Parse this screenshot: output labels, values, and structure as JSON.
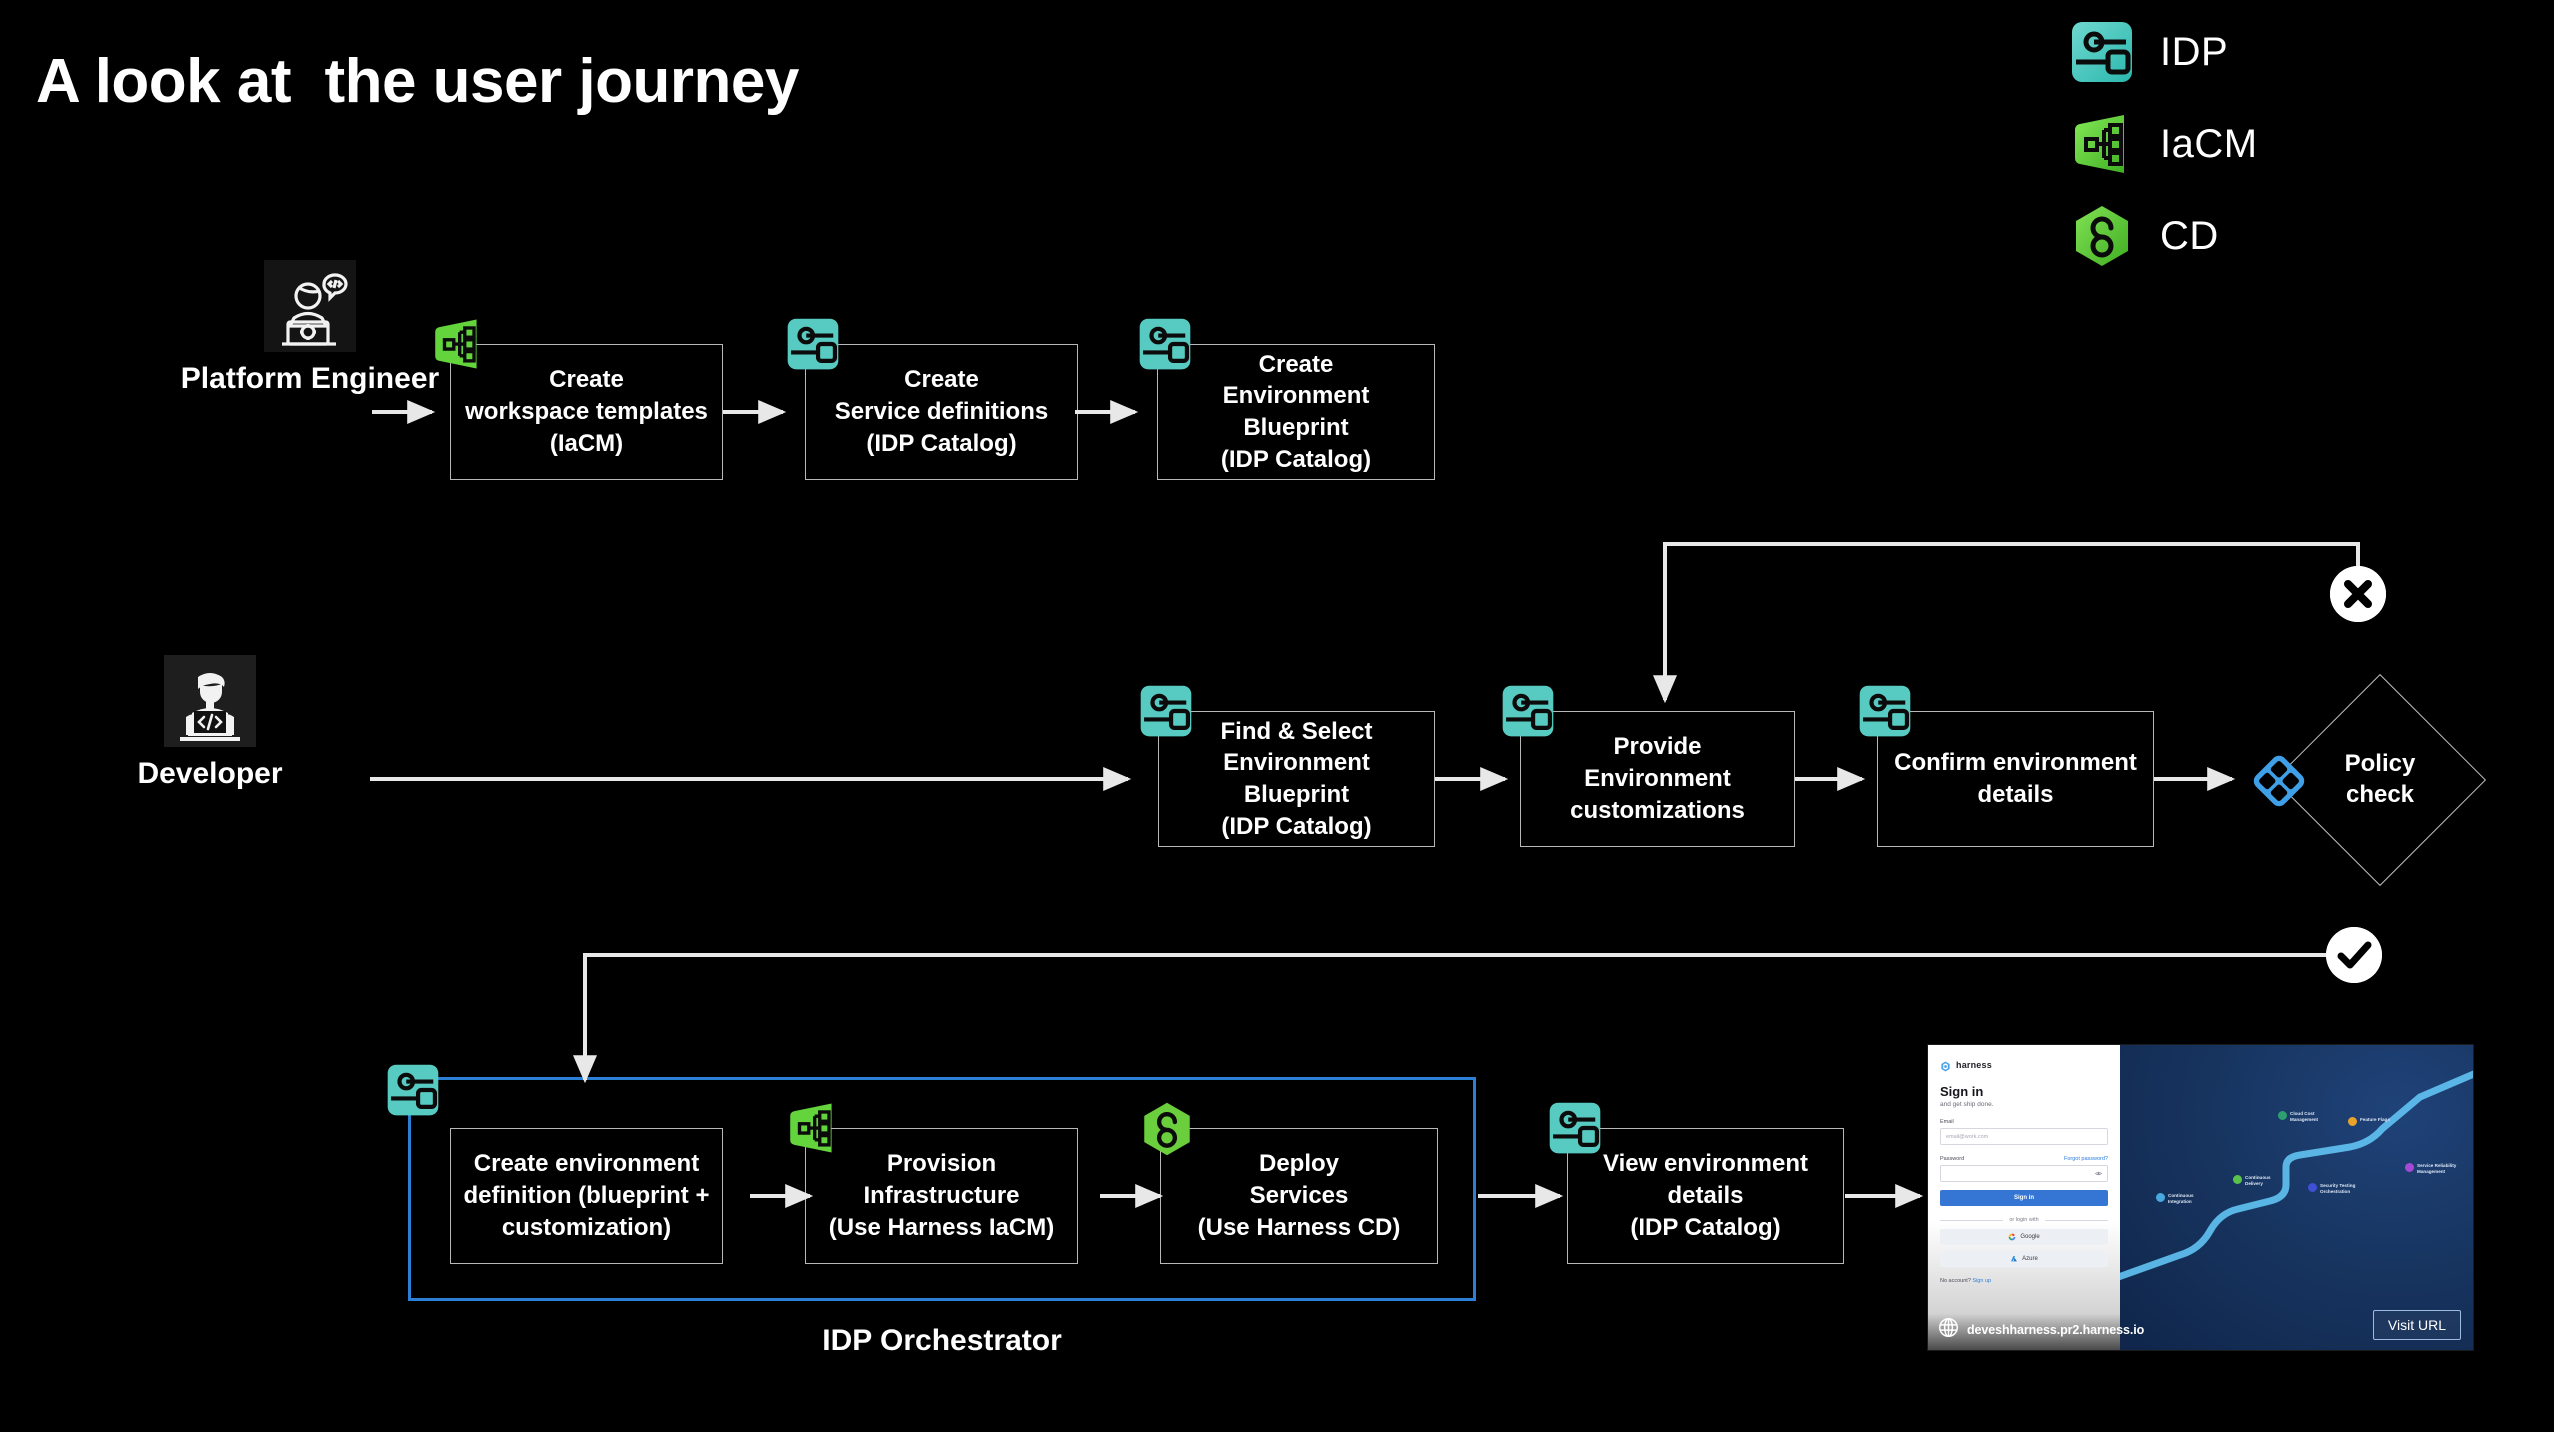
{
  "page": {
    "title": "A look at  the user journey",
    "background_color": "#000000"
  },
  "legend": {
    "items": [
      {
        "label": "IDP",
        "icon": "idp-module-icon",
        "color": "#5ecfc6"
      },
      {
        "label": "IaCM",
        "icon": "iacm-module-icon",
        "color": "#6ddb3d"
      },
      {
        "label": "CD",
        "icon": "cd-module-icon",
        "color": "#6bce3c"
      }
    ]
  },
  "colors": {
    "idp_teal": "#5ecfc6",
    "iacm_green": "#6ddb3d",
    "cd_green": "#6bce3c",
    "policy_blue": "#3fa0e8",
    "orchestrator_border": "#2b7fd4",
    "node_border": "#b8b8b8",
    "connector": "#e8e8e8"
  },
  "lanes": [
    {
      "persona": {
        "name": "Platform Engineer",
        "icon": "platform-engineer-avatar-icon"
      },
      "steps": [
        {
          "text": "Create\nworkspace templates\n(IaCM)",
          "badge": "iacm-module-icon"
        },
        {
          "text": "Create\nService definitions\n(IDP Catalog)",
          "badge": "idp-module-icon"
        },
        {
          "text": "Create\nEnvironment Blueprint\n(IDP Catalog)",
          "badge": "idp-module-icon"
        }
      ]
    },
    {
      "persona": {
        "name": "Developer",
        "icon": "developer-avatar-icon"
      },
      "steps": [
        {
          "text": "Find & Select\nEnvironment Blueprint\n(IDP Catalog)",
          "badge": "idp-module-icon"
        },
        {
          "text": "Provide\nEnvironment\ncustomizations",
          "badge": "idp-module-icon"
        },
        {
          "text": "Confirm environment\ndetails",
          "badge": "idp-module-icon"
        }
      ],
      "decision": {
        "label": "Policy\ncheck",
        "icon": "policy-check-icon",
        "fail_badge": "reject-x-icon",
        "pass_badge": "approve-check-icon"
      }
    },
    {
      "frame_label": "IDP Orchestrator",
      "steps": [
        {
          "text": "Create environment\ndefinition (blueprint +\ncustomization)",
          "badge": "idp-module-icon"
        },
        {
          "text": "Provision\nInfrastructure\n(Use Harness IaCM)",
          "badge": "iacm-module-icon"
        },
        {
          "text": "Deploy\nServices\n(Use Harness CD)",
          "badge": "cd-module-icon"
        }
      ],
      "final_step": {
        "text": "View environment\ndetails\n(IDP Catalog)",
        "badge": "idp-module-icon"
      }
    }
  ],
  "preview": {
    "url": "deveshharness.pr2.harness.io",
    "visit_button": "Visit URL",
    "globe_icon": "globe-icon",
    "signin": {
      "brand": "harness",
      "heading": "Sign in",
      "subheading": "and get ship done.",
      "email_label": "Email",
      "email_placeholder": "email@work.com",
      "password_label": "Password",
      "forgot_link": "Forgot password?",
      "submit": "Sign in",
      "divider": "or login with",
      "oauth": [
        {
          "label": "Google",
          "icon": "google-icon"
        },
        {
          "label": "Azure",
          "icon": "azure-icon"
        }
      ],
      "footer_text": "No account?",
      "footer_link": "Sign up"
    },
    "journey_nodes": [
      {
        "label": "Continuous\nIntegration",
        "color": "#4aa8e0"
      },
      {
        "label": "Continuous\nDelivery",
        "color": "#5ac44a"
      },
      {
        "label": "Cloud Cost\nManagement",
        "color": "#2e9f6f"
      },
      {
        "label": "Feature Flags",
        "color": "#e9a32b"
      },
      {
        "label": "Security Testing\nOrchestration",
        "color": "#3f4fd6"
      },
      {
        "label": "Service Reliability\nManagement",
        "color": "#a64ad6"
      }
    ]
  }
}
